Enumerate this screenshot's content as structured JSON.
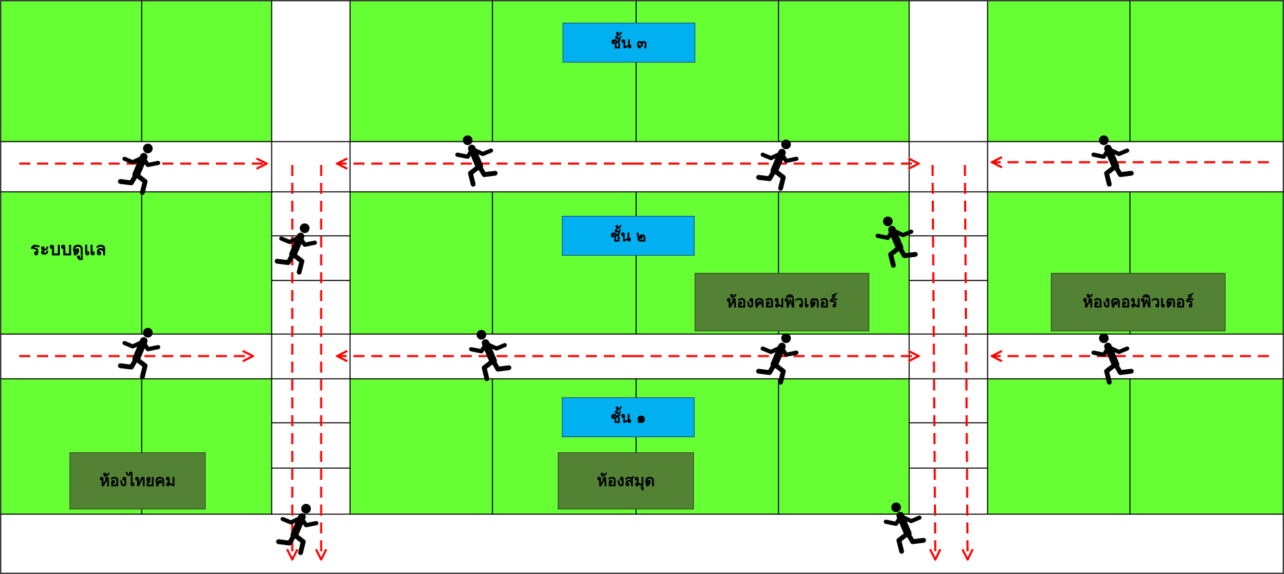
{
  "colors": {
    "room_green": "#66ff33",
    "floor_badge": "#00b0f0",
    "named_room": "#548235",
    "arrow": "#ff0000",
    "line": "#000000",
    "runner": "#000000"
  },
  "floors": {
    "floor3": "ชั้น ๓",
    "floor2": "ชั้น ๒",
    "floor1": "ชั้น ๑"
  },
  "rooms": {
    "computer_room_1": "ห้องคอมพิวเตอร์",
    "computer_room_2": "ห้องคอมพิวเตอร์",
    "thai_room": "ห้องไทยคม",
    "library": "ห้องสมุด"
  },
  "labels": {
    "care_system": "ระบบดูแล"
  },
  "icons": {
    "runner": "running-person-icon",
    "arrow": "dashed-arrow"
  }
}
